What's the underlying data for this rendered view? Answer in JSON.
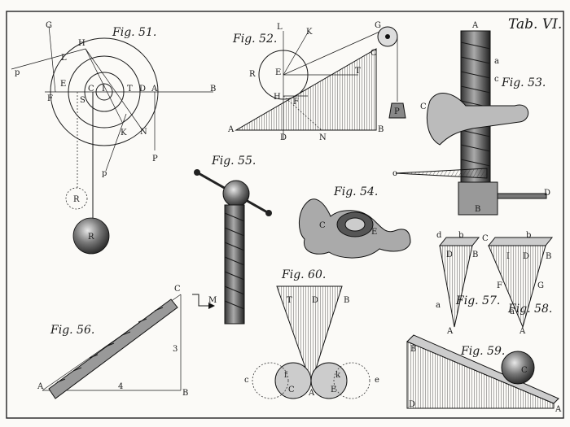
{
  "plate": {
    "title": "Tab. VI."
  },
  "figures": {
    "fig51": {
      "title": "Fig. 51.",
      "labels": [
        "G",
        "H",
        "L",
        "p",
        "E",
        "F",
        "S",
        "C",
        "I",
        "T",
        "D",
        "A",
        "B",
        "K",
        "N",
        "p",
        "P",
        "R",
        "R"
      ]
    },
    "fig52": {
      "title": "Fig. 52.",
      "labels": [
        "L",
        "K",
        "G",
        "R",
        "E",
        "T",
        "C",
        "H",
        "F",
        "P",
        "A",
        "D",
        "N",
        "B"
      ]
    },
    "fig53": {
      "title": "Fig. 53.",
      "labels": [
        "A",
        "a",
        "c",
        "C",
        "o",
        "B",
        "D"
      ]
    },
    "fig54": {
      "title": "Fig. 54.",
      "labels": [
        "C",
        "E"
      ]
    },
    "fig55": {
      "title": "Fig. 55."
    },
    "fig56": {
      "title": "Fig. 56.",
      "labels": [
        "C",
        "M",
        "3",
        "A",
        "4",
        "B"
      ]
    },
    "fig57": {
      "title": "Fig. 57.",
      "labels": [
        "d",
        "b",
        "D",
        "B",
        "a",
        "A"
      ]
    },
    "fig58": {
      "title": "Fig. 58.",
      "labels": [
        "C",
        "b",
        "I",
        "D",
        "B",
        "F",
        "G",
        "a",
        "A"
      ]
    },
    "fig59": {
      "title": "Fig. 59.",
      "labels": [
        "B",
        "C",
        "D",
        "A"
      ]
    },
    "fig60": {
      "title": "Fig. 60.",
      "labels": [
        "T",
        "D",
        "B",
        "c",
        "f",
        "C",
        "A",
        "k",
        "E",
        "e"
      ]
    }
  }
}
